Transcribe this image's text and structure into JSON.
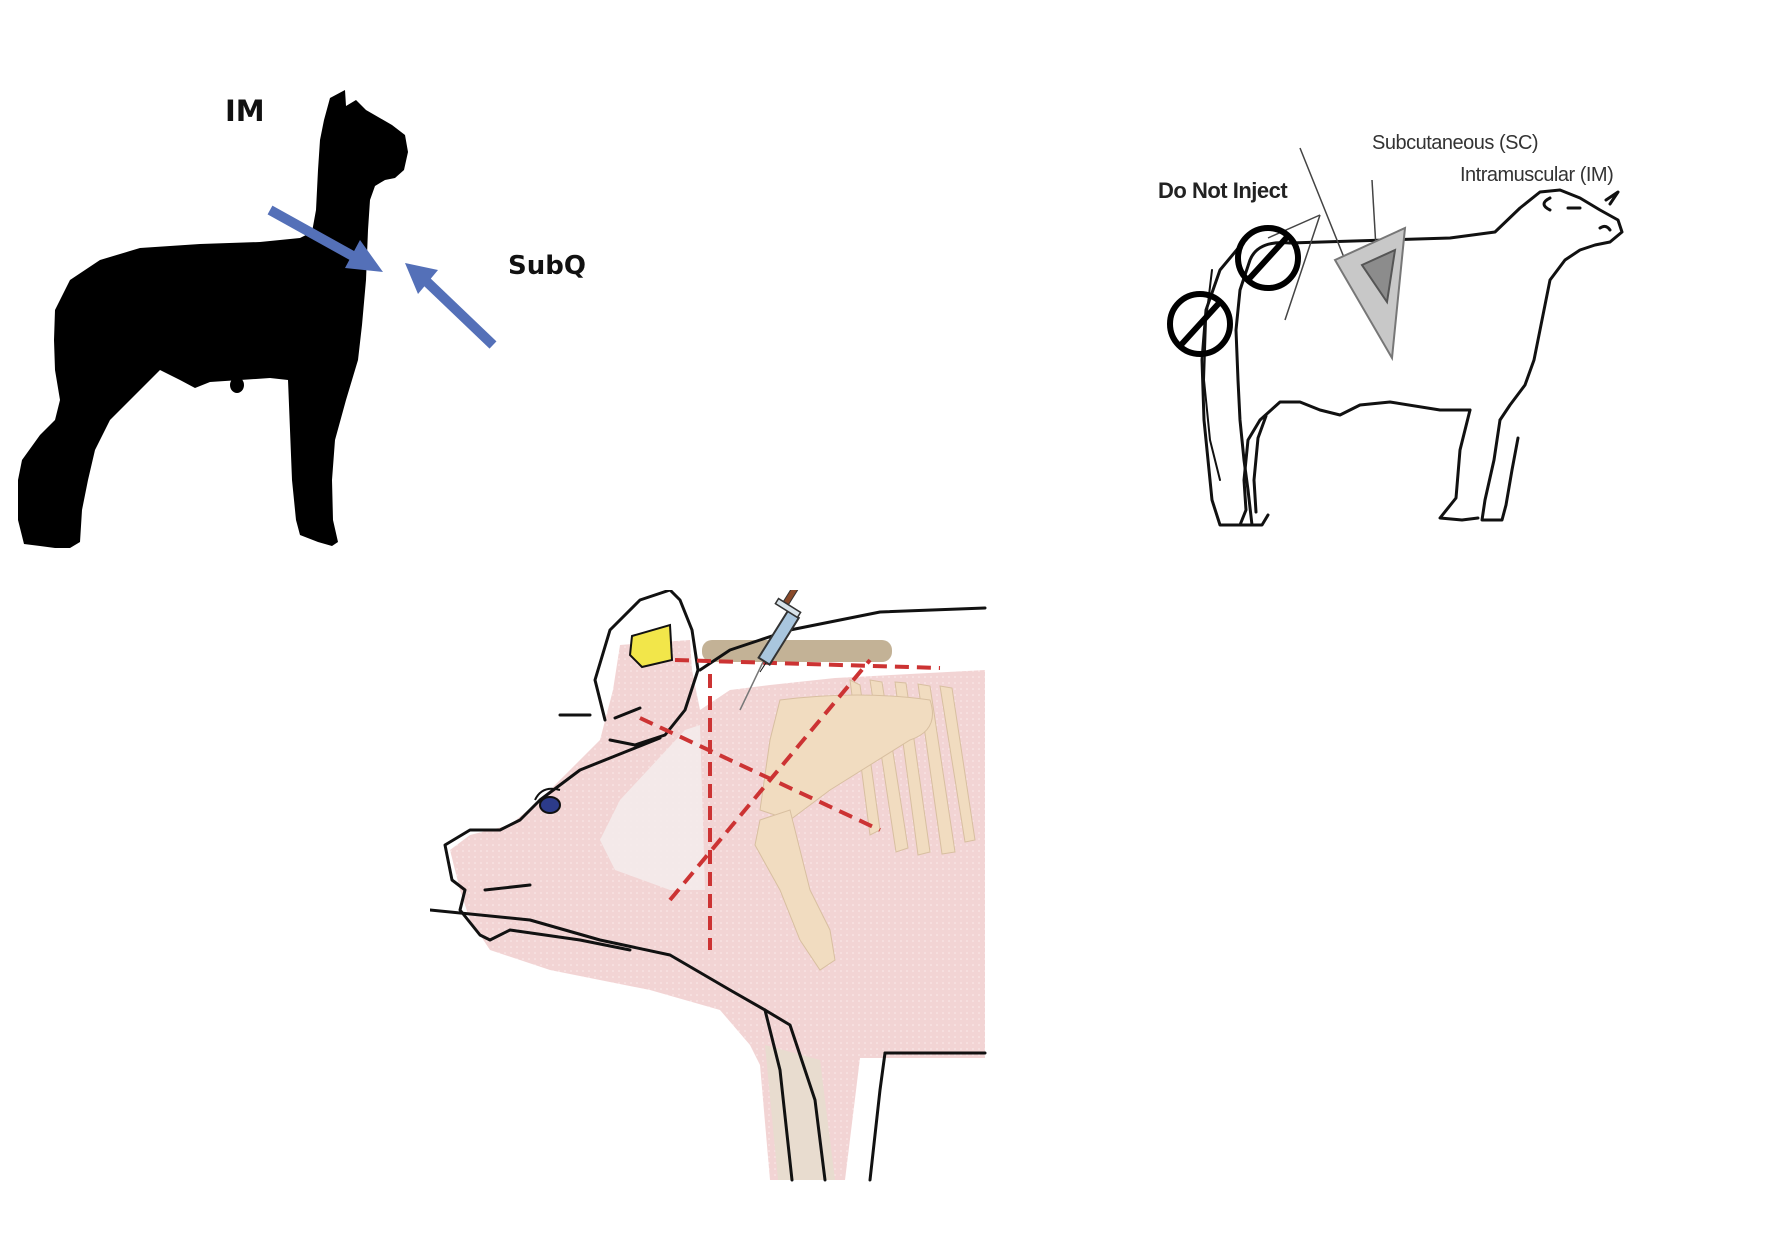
{
  "figure": {
    "title": "Livestock injection sites",
    "colors": {
      "background": "#ffffff",
      "silhouette": "#000000",
      "arrow": "#5470b8",
      "pig_skin": "#f2d4d4",
      "bone": "#f1dcc0",
      "loin_band": "#b8a584",
      "guide_lines": "#cc3333",
      "ear_tag": "#f2e64a",
      "syringe_barrel": "#a9c6de",
      "syringe_plunger": "#8a4a2a",
      "sc_zone": "#c8c8c8",
      "im_zone": "#8c8c8c"
    }
  },
  "sheep": {
    "name": "Sheep silhouette",
    "labels": {
      "im": "IM",
      "subq": "SubQ"
    }
  },
  "cattle": {
    "name": "Cattle line drawing",
    "labels": {
      "do_not_inject": "Do Not Inject",
      "subcutaneous": "Subcutaneous (SC)",
      "intramuscular": "Intramuscular (IM)"
    },
    "prohibited_sites": [
      "loin/top of hip",
      "rear leg/round"
    ]
  },
  "pig": {
    "name": "Pig head and neck with skeleton overlay",
    "elements": [
      "ear tag",
      "syringe",
      "neck muscle band",
      "dashed guide lines",
      "ribs and shoulder blade"
    ]
  }
}
